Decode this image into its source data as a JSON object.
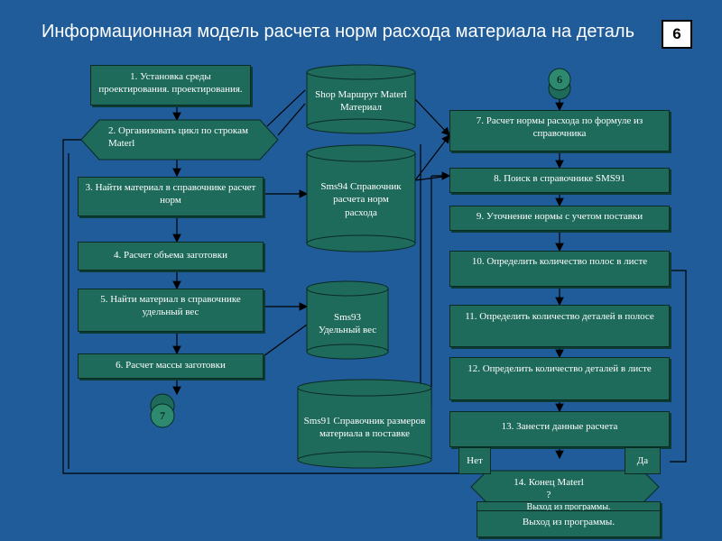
{
  "title": "Информационная модель расчета норм расхода материала на деталь",
  "slide_number": "6",
  "left": {
    "step1": "1. Установка среды проектирования. проектирования.",
    "step2": "2. Организовать цикл по строкам Materl",
    "step3": "3. Найти материал в справочнике расчет норм",
    "step4": "4. Расчет объема заготовки",
    "step5": "5. Найти материал в справочнике удельный вес",
    "step6": "6. Расчет массы заготовки",
    "connector_bottom": "7"
  },
  "databases": {
    "db1": "Shop Маршрут Materl Материал",
    "db2": "Sms94 Справочник расчета норм расхода",
    "db3": "Sms93 Удельный вес",
    "db4": "Sms91 Справочник размеров материала в поставке"
  },
  "right": {
    "connector_top": "6",
    "step7": "7. Расчет нормы расхода по формуле из справочника",
    "step8": "8. Поиск в справочнике SMS91",
    "step9": "9. Уточнение нормы с учетом поставки",
    "step10": "10. Определить количество полос в листе",
    "step11": "11. Определить количество деталей в полосе",
    "step12": "12. Определить количество деталей в листе",
    "step13": "13. Занести данные расчета",
    "step14": "14. Конец Materl ?",
    "no_label": "Нет",
    "yes_label": "Да",
    "exit_hidden": "Выход из программы.",
    "exit": "Выход из программы."
  }
}
